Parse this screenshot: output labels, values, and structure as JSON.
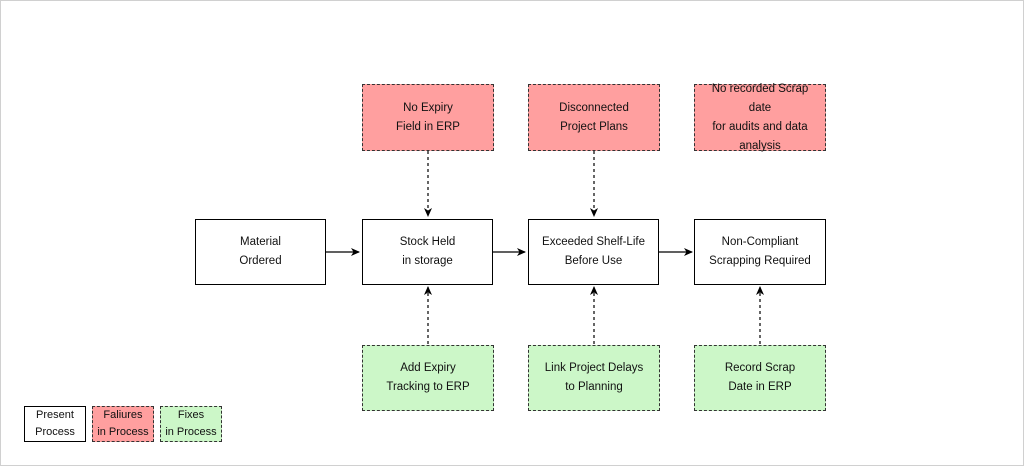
{
  "colors": {
    "present": "#ffffff",
    "failure": "#ff9f9f",
    "fix": "#ccf7c8",
    "line": "#000000"
  },
  "process_steps": [
    {
      "id": "material-ordered",
      "label": "Material\nOrdered"
    },
    {
      "id": "stock-held",
      "label": "Stock Held\nin storage"
    },
    {
      "id": "exceeded-shelf-life",
      "label": "Exceeded Shelf-Life\nBefore Use"
    },
    {
      "id": "non-compliant-scrapping",
      "label": "Non-Compliant\nScrapping Required"
    }
  ],
  "failures": [
    {
      "id": "no-expiry-field",
      "label": "No Expiry\nField in ERP"
    },
    {
      "id": "disconnected-plans",
      "label": "Disconnected\nProject Plans"
    },
    {
      "id": "no-scrap-date",
      "label": "No recorded Scrap date\nfor audits and data\nanalysis"
    }
  ],
  "fixes": [
    {
      "id": "add-expiry-tracking",
      "label": "Add Expiry\nTracking to ERP"
    },
    {
      "id": "link-project-delays",
      "label": "Link Project Delays\nto Planning"
    },
    {
      "id": "record-scrap-date",
      "label": "Record Scrap\nDate in ERP"
    }
  ],
  "legend": {
    "present": "Present\nProcess",
    "failures": "Faliures\nin Process",
    "fixes": "Fixes\nin Process"
  }
}
